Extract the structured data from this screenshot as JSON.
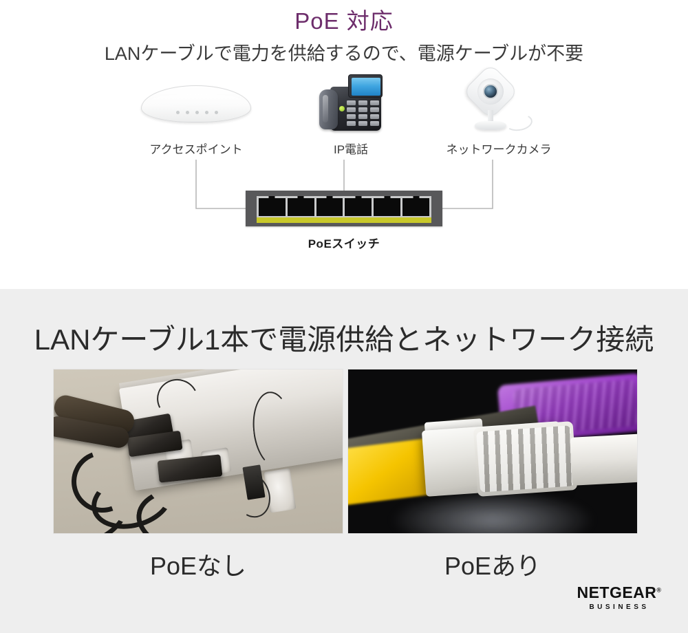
{
  "top": {
    "title": "PoE 対応",
    "subtitle": "LANケーブルで電力を供給するので、電源ケーブルが不要",
    "title_color": "#6d2d6b",
    "devices": [
      {
        "id": "access-point",
        "label": "アクセスポイント",
        "icon": "wireless-access-point-icon"
      },
      {
        "id": "ip-phone",
        "label": "IP電話",
        "icon": "ip-phone-icon"
      },
      {
        "id": "network-camera",
        "label": "ネットワークカメラ",
        "icon": "network-camera-icon"
      }
    ],
    "switch": {
      "label": "PoEスイッチ",
      "port_count": 6,
      "body_color": "#58585a",
      "panel_color": "#c9cacb",
      "strip_color": "#c8c82a"
    }
  },
  "bottom": {
    "background_color": "#eeeeee",
    "heading": "LANケーブル1本で電源供給とネットワーク接続",
    "photos": [
      {
        "id": "photo-no-poe",
        "caption": "PoEなし",
        "alt": "power-strip-with-many-black-power-cables-photo"
      },
      {
        "id": "photo-with-poe",
        "caption": "PoEあり",
        "alt": "gray-rj45-ethernet-connector-closeup-photo"
      }
    ]
  },
  "logo": {
    "brand": "NETGEAR",
    "registered_mark": "®",
    "sub": "BUSINESS"
  }
}
